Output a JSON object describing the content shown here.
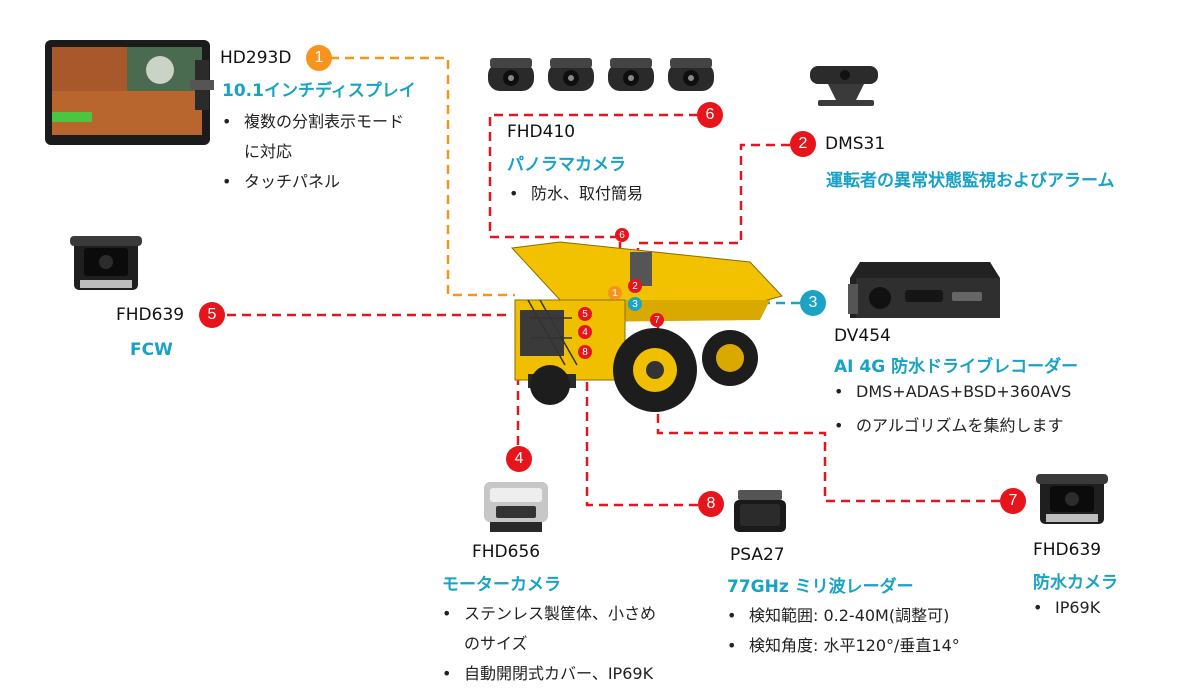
{
  "colors": {
    "red": "#e8141c",
    "orange": "#f7941d",
    "teal": "#1ba3c6",
    "title": "#17a2c6"
  },
  "devices": {
    "d1": {
      "num": "1",
      "model": "HD293D",
      "title": "10.1インチディスプレイ",
      "b1": "複数の分割表示モード",
      "b1c": "に対応",
      "b2": "タッチパネル"
    },
    "d2": {
      "num": "2",
      "model": "DMS31",
      "title": "運転者の異常状態監視およびアラーム"
    },
    "d3": {
      "num": "3",
      "model": "DV454",
      "title": "AI 4G 防水ドライブレコーダー",
      "b1": "DMS+ADAS+BSD+360AVS",
      "b2": "のアルゴリズムを集約します"
    },
    "d4": {
      "num": "4",
      "model": "FHD656",
      "title": "モーターカメラ",
      "b1": "ステンレス製筐体、小さめ",
      "b1c": "のサイズ",
      "b2": "自動開閉式カバー、IP69K"
    },
    "d5": {
      "num": "5",
      "model": "FHD639",
      "title": "FCW"
    },
    "d6": {
      "num": "6",
      "model": "FHD410",
      "title": "パノラマカメラ",
      "b1": "防水、取付簡易"
    },
    "d7": {
      "num": "7",
      "model": "FHD639",
      "title": "防水カメラ",
      "b1": "IP69K"
    },
    "d8": {
      "num": "8",
      "model": "PSA27",
      "title": "77GHz ミリ波レーダー",
      "b1": "検知範囲: 0.2-40M(調整可)",
      "b2": "検知角度: 水平120°/垂直14°"
    }
  },
  "truck_markers": [
    "6",
    "1",
    "2",
    "3",
    "5",
    "7",
    "4",
    "8"
  ]
}
